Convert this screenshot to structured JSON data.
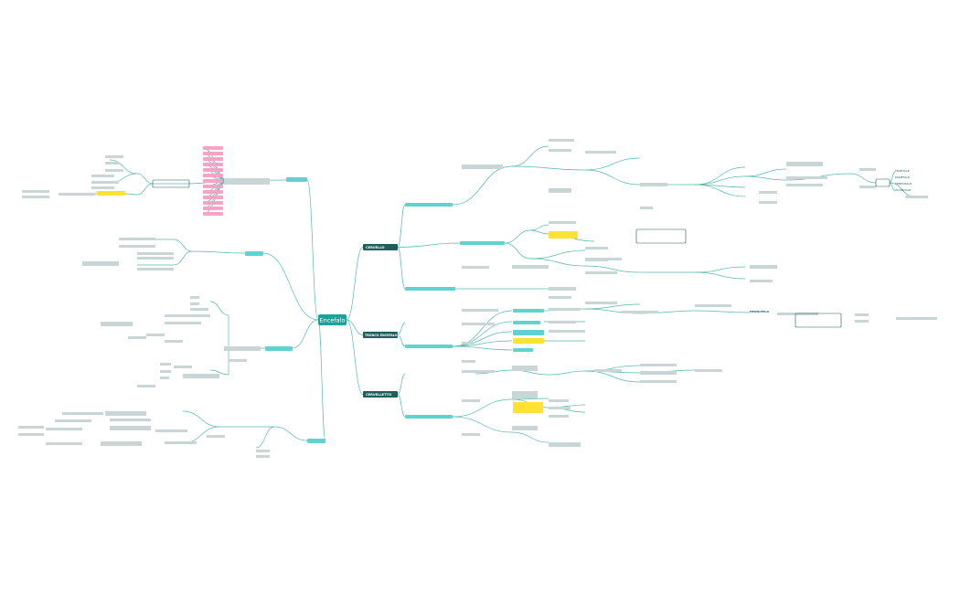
{
  "colors": {
    "background": "#ffffff",
    "central": "#1aa39b",
    "branch": "#1e5e5c",
    "sub": "#5fd3cf",
    "line": "#57b8b0",
    "pink": "#f5a3c7",
    "yellow": "#ffe233"
  },
  "central": {
    "label": "Encefalo"
  },
  "branches": [
    {
      "key": "cervello",
      "label": "CERVELLO"
    },
    {
      "key": "tronco",
      "label": "TRONCO ENCEFALICO"
    },
    {
      "key": "cervelletto",
      "label": "CERVELLETTO"
    }
  ],
  "lobi": {
    "frontale": "FRONTALE",
    "parietale": "PARIETALE",
    "temporale": "TEMPORALE",
    "occipitale": "OCCIPITALE"
  },
  "callouts": {
    "tronco_midbrain": "MESENCEFALO"
  }
}
